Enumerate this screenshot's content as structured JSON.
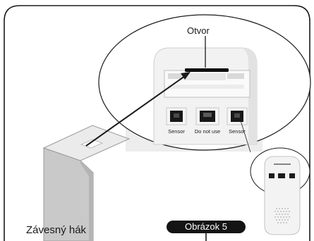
{
  "labels": {
    "opening": "Otvor",
    "hanging_hook": "Závesný hák",
    "figure": "Obrázok 5"
  },
  "ports": [
    {
      "label": "Sensor"
    },
    {
      "label": "Do not use"
    },
    {
      "label": "Sensor"
    }
  ],
  "colors": {
    "outline": "#1a1a1a",
    "device_body": "#ededed",
    "device_panel": "#f7f7f7",
    "hook_face": "#c9c9c9",
    "hook_top": "#ebebeb",
    "badge": "#141414"
  }
}
